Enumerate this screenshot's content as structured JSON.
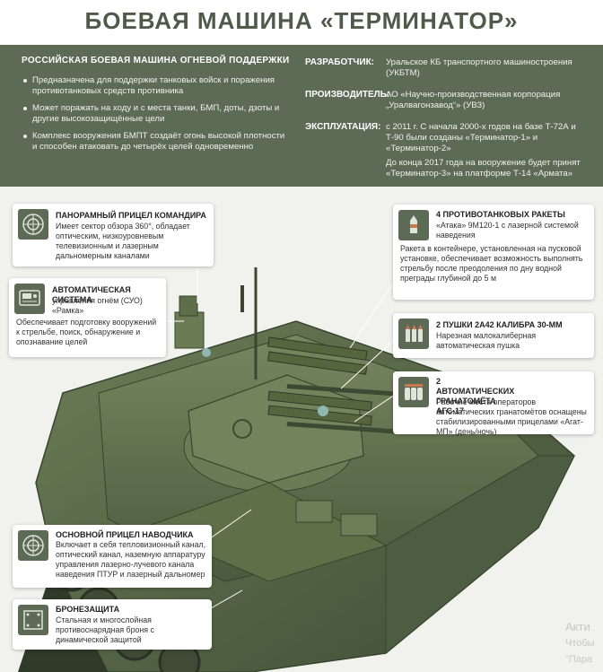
{
  "title": "БОЕВАЯ МАШИНА «ТЕРМИНАТОР»",
  "info": {
    "subtitle": "РОССИЙСКАЯ БОЕВАЯ МАШИНА ОГНЕВОЙ ПОДДЕРЖКИ",
    "bullets": [
      "Предназначена для поддержки танковых войск и поражения противотанковых средств противника",
      "Может поражать на ходу и с места танки, БМП, доты, дзоты и другие высокозащищённые цели",
      "Комплекс вооружения БМПТ создаёт огонь высокой плотности и способен атаковать до четырёх целей одновременно"
    ],
    "developer_label": "РАЗРАБОТЧИК:",
    "developer_value": "Уральское КБ транспортного машиностроения (УКБТМ)",
    "manufacturer_label": "ПРОИЗВОДИТЕЛЬ:",
    "manufacturer_value": "АО «Научно-производственная корпорация „Уралвагонзавод“» (УВЗ)",
    "service_label": "ЭКСПЛУАТАЦИЯ:",
    "service_value1": "с 2011 г. С начала 2000-х годов на базе Т-72А и Т-90 были созданы «Терминатор-1» и «Терминатор-2»",
    "service_value2": "До конца 2017 года на вооружение будет принят «Терминатор-3» на платформе Т-14 «Армата»"
  },
  "callouts": {
    "commander_sight": {
      "title": "ПАНОРАМНЫЙ ПРИЦЕЛ КОМАНДИРА",
      "text": "Имеет сектор обзора 360°, обладает оптическим, низкоуровневым телевизионным и лазерным дальномерным каналами",
      "icon": "sight-icon"
    },
    "fire_control": {
      "title": "АВТОМАТИЧЕСКАЯ СИСТЕМА",
      "sub": "управления огнём (СУО) «Рамка»",
      "text": "Обеспечивает подготовку вооружений к стрельбе, поиск, обнаружение и опознавание целей",
      "icon": "control-panel-icon"
    },
    "gunner_sight": {
      "title": "ОСНОВНОЙ ПРИЦЕЛ НАВОДЧИКА",
      "text": "Включает в себя тепловизионный канал, оптический канал, наземную аппаратуру управления лазерно-лучевого канала наведения ПТУР и лазерный дальномер",
      "icon": "sight-icon"
    },
    "armor": {
      "title": "БРОНЕЗАЩИТА",
      "text": "Стальная и многослойная противоснарядная броня с динамической защитой",
      "icon": "armor-plate-icon"
    },
    "missiles": {
      "title": "4 ПРОТИВОТАНКОВЫХ РАКЕТЫ",
      "sub": "«Атака» 9М120-1 с лазерной системой наведения",
      "text": "Ракета в контейнере, установленная на пусковой установке, обеспечивает возможность выполнять стрельбу после преодоления по дну водной преграды глубиной до 5 м",
      "icon": "missile-icon"
    },
    "cannons": {
      "title": "2 ПУШКИ 2А42 КАЛИБРА 30-ММ",
      "text": "Нарезная малокалиберная автоматическая пушка",
      "icon": "shells-icon"
    },
    "grenade": {
      "title": "2 АВТОМАТИЧЕСКИХ ГРАНАТОМЁТА АГС-17",
      "text": "Рабочие места операторов автоматических гранатомётов оснащены стабилизированными прицелами «Агат-МП» (день/ночь)",
      "icon": "grenades-icon"
    }
  },
  "watermark": {
    "line1": "Акти",
    "line2": "Чтобы",
    "line3": "\"Пара"
  },
  "colors": {
    "accent": "#5d6b56",
    "tank": "#5a6b4c"
  }
}
